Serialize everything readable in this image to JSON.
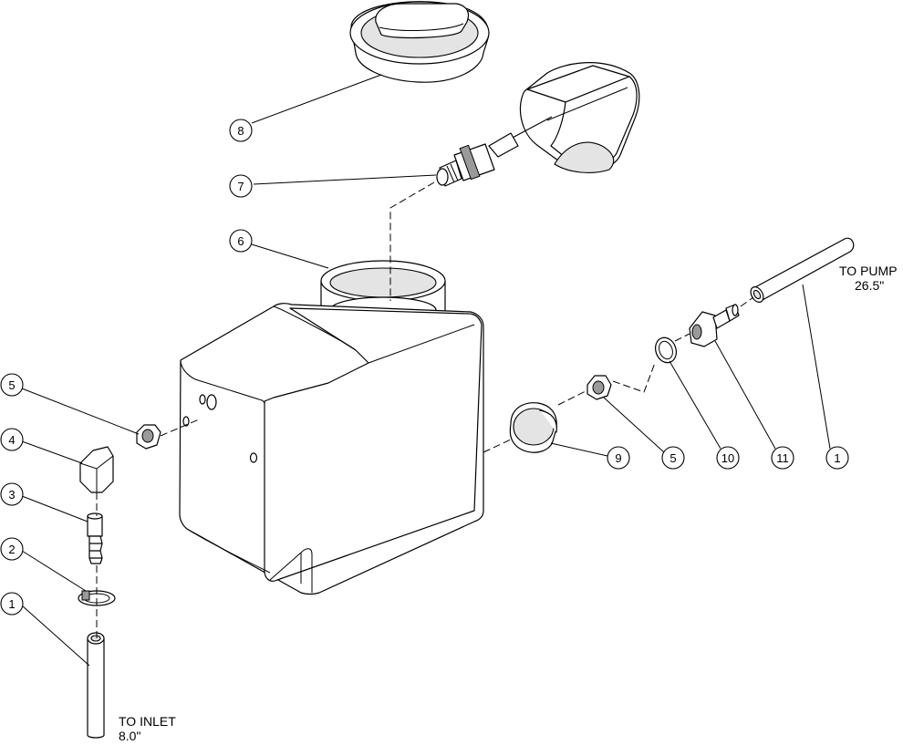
{
  "balloons": [
    {
      "id": "b8",
      "label": "8"
    },
    {
      "id": "b7",
      "label": "7"
    },
    {
      "id": "b6",
      "label": "6"
    },
    {
      "id": "b5a",
      "label": "5"
    },
    {
      "id": "b4",
      "label": "4"
    },
    {
      "id": "b3",
      "label": "3"
    },
    {
      "id": "b2",
      "label": "2"
    },
    {
      "id": "b1a",
      "label": "1"
    },
    {
      "id": "b9",
      "label": "9"
    },
    {
      "id": "b5b",
      "label": "5"
    },
    {
      "id": "b10",
      "label": "10"
    },
    {
      "id": "b11",
      "label": "11"
    },
    {
      "id": "b1b",
      "label": "1"
    }
  ],
  "notes": {
    "pump_title": "TO PUMP",
    "pump_length": "26.5\"",
    "inlet_title": "TO INLET",
    "inlet_length": "8.0\""
  }
}
